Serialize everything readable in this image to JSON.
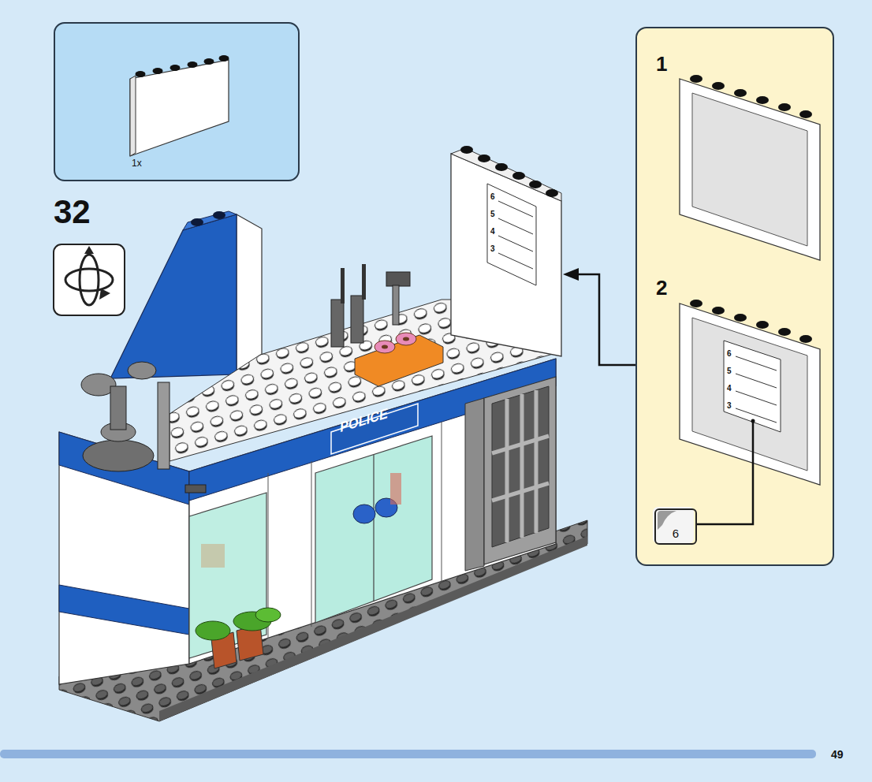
{
  "diagram": {
    "nodes": [
      {
        "text": [
          "1x"
        ]
      },
      {
        "text": [
          "1",
          "2"
        ]
      },
      {
        "text": [
          "6"
        ],
        "in": 1
      }
    ],
    "labels": [
      "32",
      "6",
      "5",
      "4",
      "3",
      "POLICE",
      "6",
      "5",
      "4",
      "3",
      "49"
    ]
  }
}
